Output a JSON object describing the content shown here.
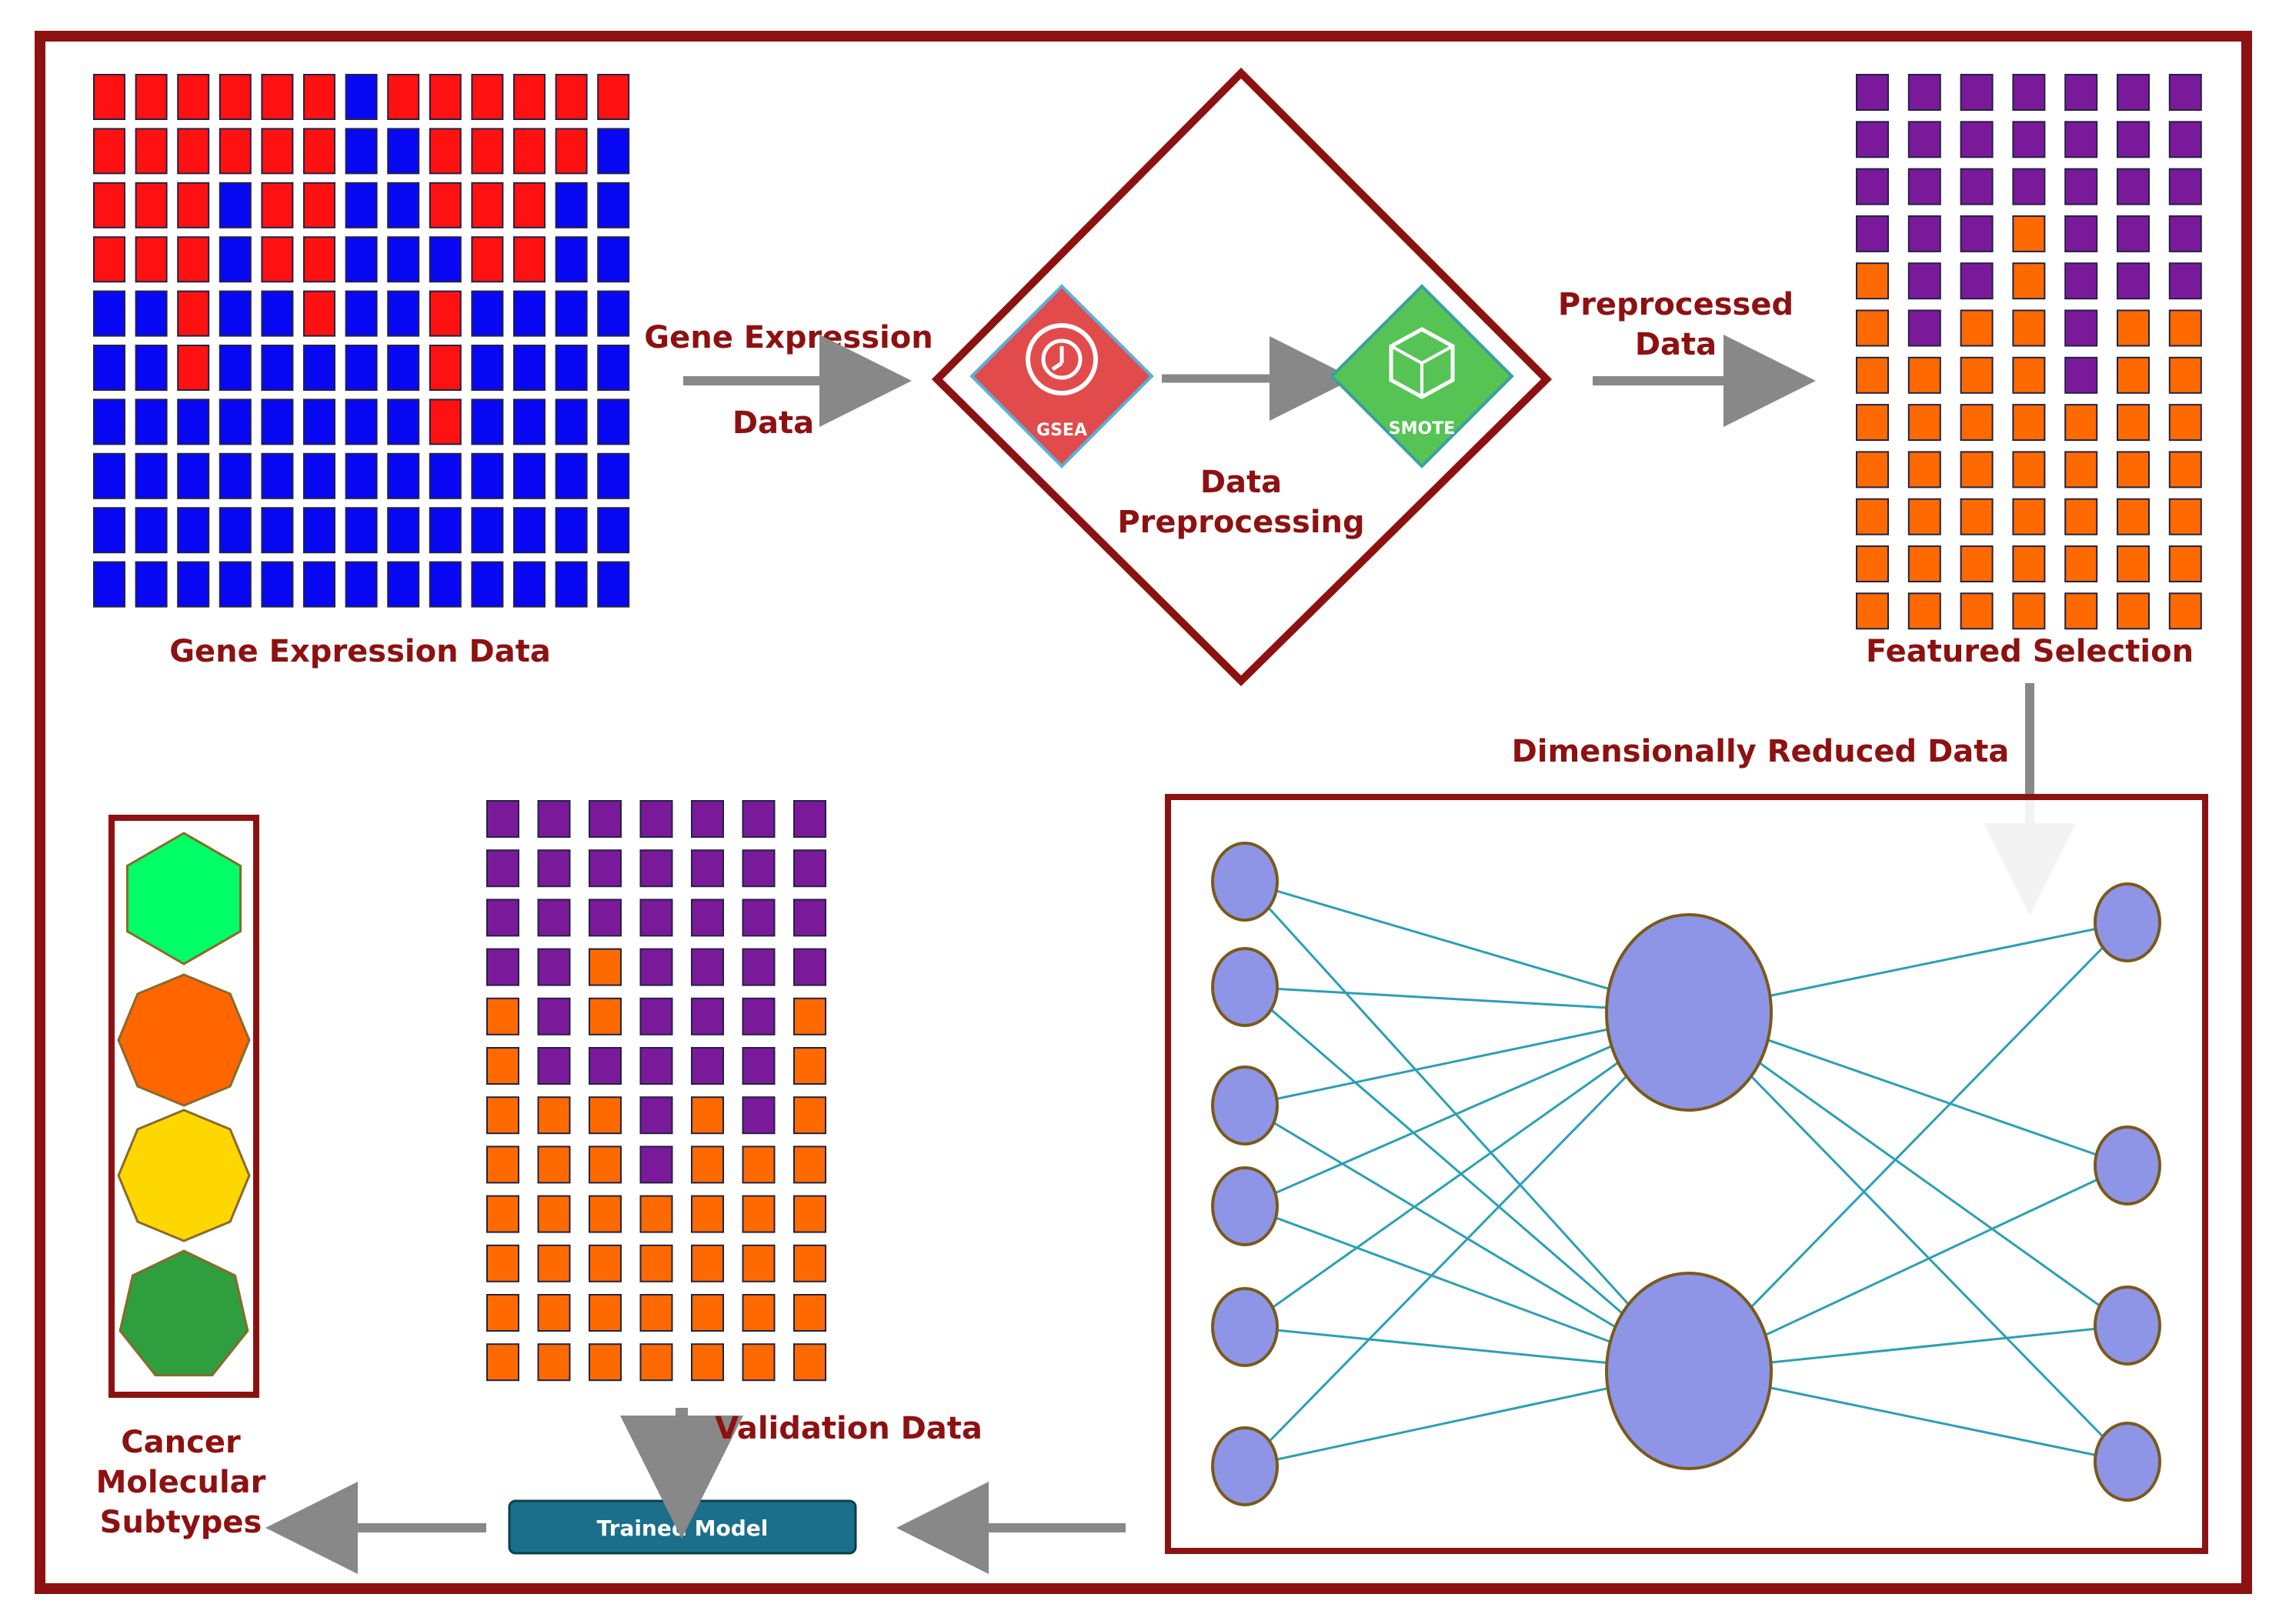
{
  "labels": {
    "gene_expression_data": "Gene Expression Data",
    "arrow1_line1": "Gene Expression",
    "arrow1_line2": "Data",
    "gsea": "GSEA",
    "smote": "SMOTE",
    "preprocessing_line1": "Data",
    "preprocessing_line2": "Preprocessing",
    "preprocessed_line1": "Preprocessed",
    "preprocessed_line2": "Data",
    "featured_selection": "Featured Selection",
    "dimensionally_reduced": "Dimensionally Reduced Data",
    "validation_data": "Validation Data",
    "trained_model": "Trained Model",
    "subtypes_line1": "Cancer",
    "subtypes_line2": "Molecular",
    "subtypes_line3": "Subtypes"
  },
  "colors": {
    "border": "#8e1111",
    "label": "#8e1111",
    "red": "#ff1111",
    "blue": "#0808f5",
    "purple": "#7a1a9a",
    "orange": "#ff6a00",
    "arrow": "#888888",
    "node": "#8f95e6",
    "node_stroke": "#7a5a1a",
    "edge": "#2aa0b5",
    "model_fill": "#1b6f8a",
    "gsea": "#e24b4b",
    "smote": "#55c455"
  },
  "grids": {
    "gene_expression": [
      "RRRRRRBRRRRRR",
      "RRRRRRBBRRRRB",
      "RRRBRRBBRRRBB",
      "RRRBRRBBBRRBB",
      "BBRBBRBBRBBBB",
      "BBRBBBBBRBBBB",
      "BBBBBBBBRBBBB",
      "BBBBBBBBBBBBB",
      "BBBBBBBBBBBBB",
      "BBBBBBBBBBBBB"
    ],
    "featured_selection": [
      "PPPPPPP",
      "PPPPPPP",
      "PPPPPPP",
      "PPPOPPP",
      "OPPOPPP",
      "OPOOPOO",
      "OOOOPOO",
      "OOOOOOO",
      "OOOOOOO",
      "OOOOOOO",
      "OOOOOOO",
      "OOOOOOO"
    ],
    "validation": [
      "PPPPPPP",
      "PPPPPPP",
      "PPPPPPP",
      "PPOPPPP",
      "OPOPPPO",
      "OPPPPPO",
      "OOOPOPO",
      "OOOPOOO",
      "OOOOOOO",
      "OOOOOOO",
      "OOOOOOO",
      "OOOOOOO"
    ]
  },
  "network": {
    "inputs": 6,
    "hidden": 2,
    "outputs": 4
  },
  "subtypes": [
    {
      "icon": "hexagon-icon",
      "color": "#00ff66"
    },
    {
      "icon": "octagon-icon",
      "color": "#ff6600"
    },
    {
      "icon": "octagon-icon",
      "color": "#ffd700"
    },
    {
      "icon": "heptagon-icon",
      "color": "#2e9e3e"
    }
  ]
}
